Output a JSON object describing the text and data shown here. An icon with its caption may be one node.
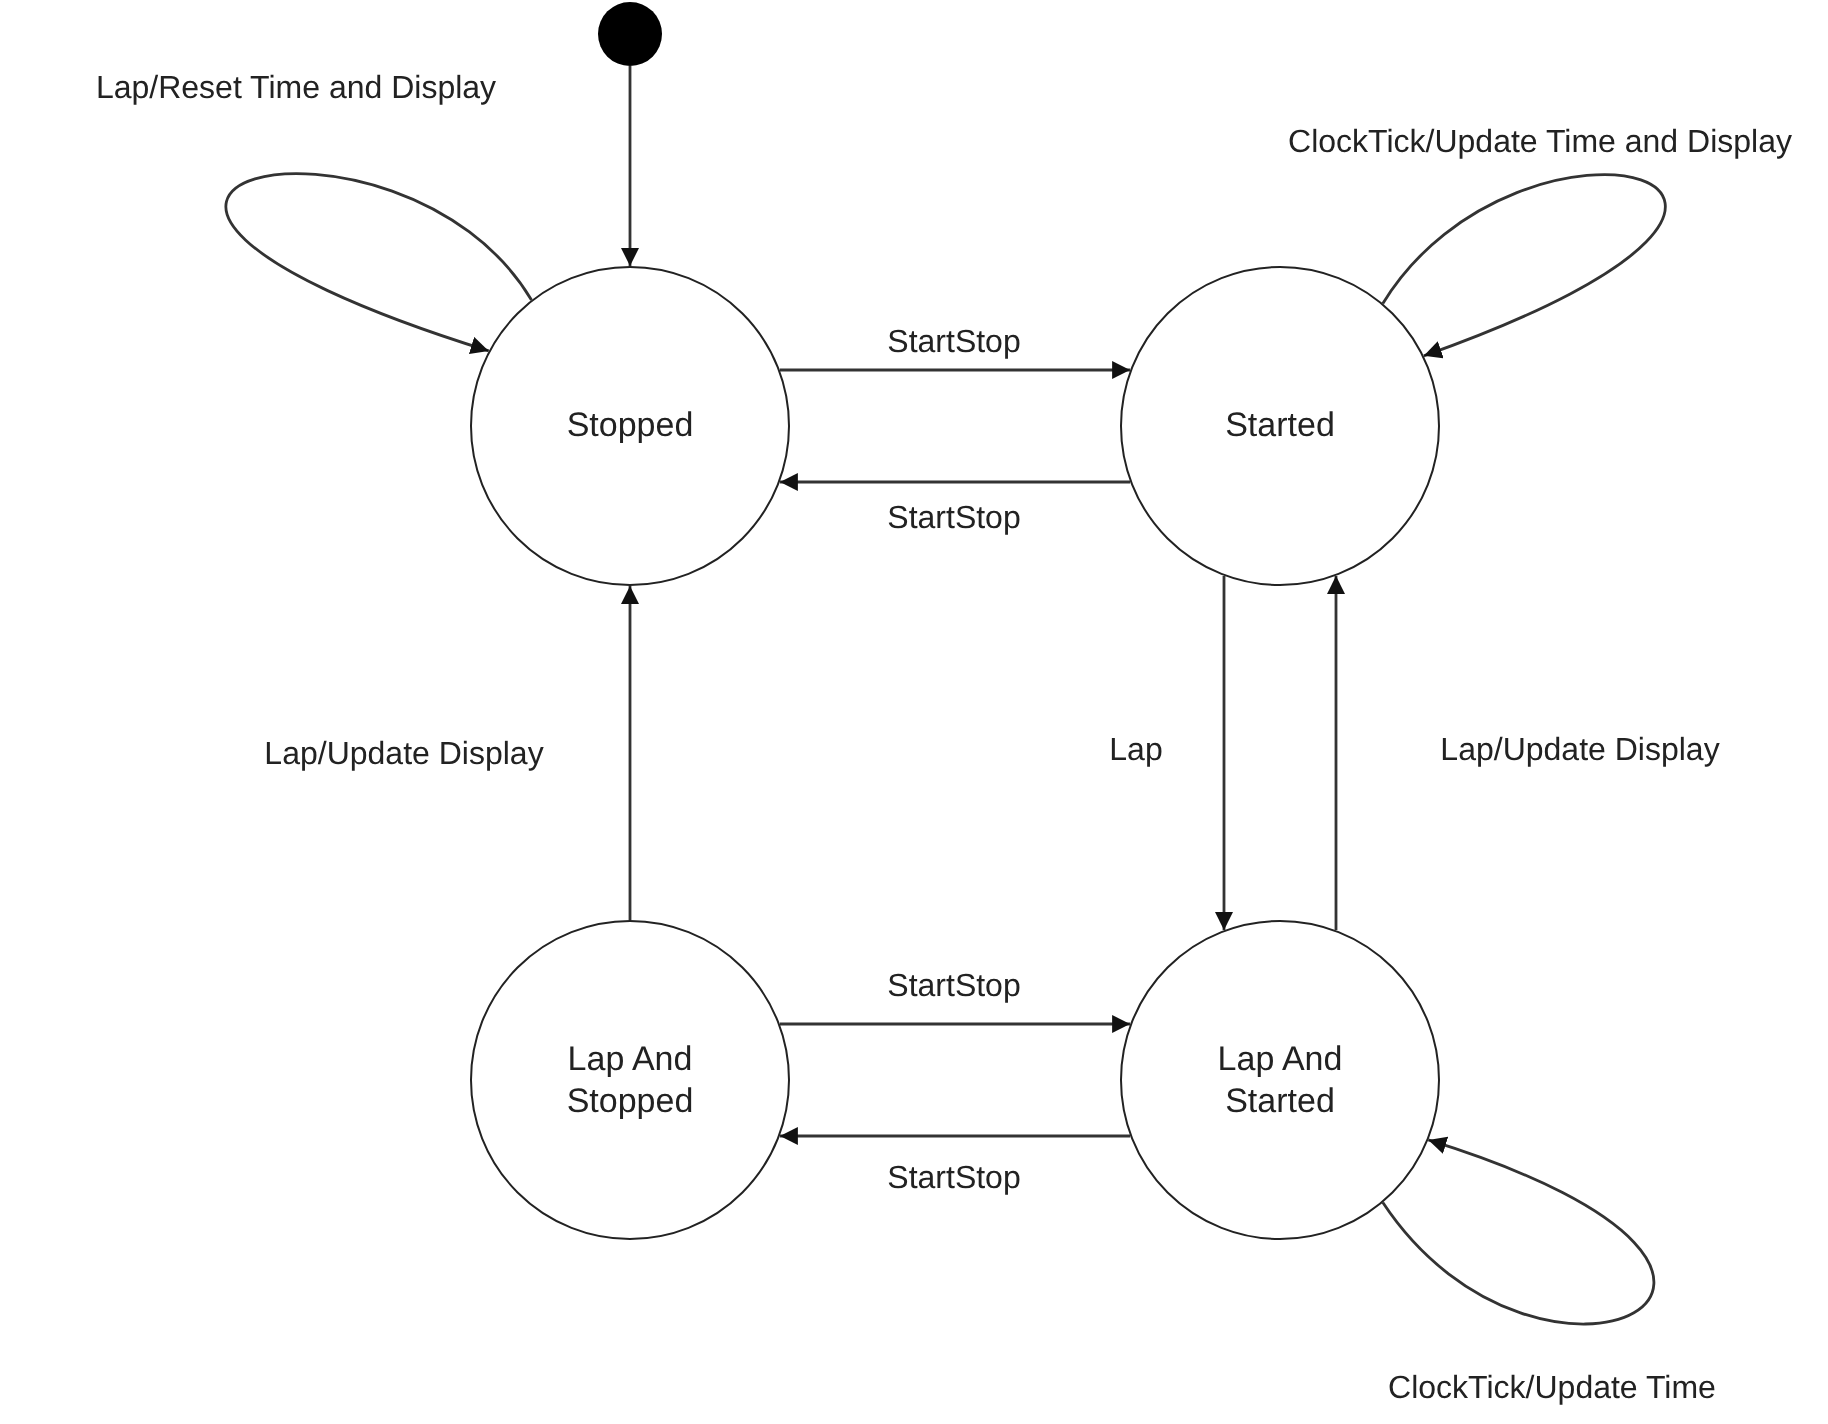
{
  "diagram": {
    "nodes": [
      {
        "text": [],
        "shape": "circle"
      },
      {
        "text": [
          "Stopped"
        ]
      },
      {
        "text": [
          "Started"
        ]
      },
      {
        "text": [
          "Lap And Stopped"
        ]
      },
      {
        "text": [
          "Lap And Started"
        ]
      }
    ],
    "edges": [
      {
        "from": 0,
        "to": 1,
        "arrow": "to"
      },
      {
        "from": 1,
        "to": 1,
        "arrow": "to",
        "label": "Lap/Reset Time and Display"
      },
      {
        "from": 1,
        "to": 2,
        "arrow": "to",
        "label": "StartStop"
      },
      {
        "from": 2,
        "to": 1,
        "arrow": "to",
        "label": "StartStop"
      },
      {
        "from": 2,
        "to": 2,
        "arrow": "to",
        "label": "ClockTick/Update Time and Display"
      },
      {
        "from": 2,
        "to": 4,
        "arrow": "to",
        "label": "Lap"
      },
      {
        "from": 4,
        "to": 2,
        "arrow": "to",
        "label": "Lap/Update Display"
      },
      {
        "from": 3,
        "to": 1,
        "arrow": "to",
        "label": "Lap/Update Display"
      },
      {
        "from": 3,
        "to": 4,
        "arrow": "to",
        "label": "StartStop"
      },
      {
        "from": 4,
        "to": 3,
        "arrow": "to",
        "label": "StartStop"
      },
      {
        "from": 4,
        "to": 4,
        "arrow": "to",
        "label": "ClockTick/Update Time"
      }
    ]
  }
}
